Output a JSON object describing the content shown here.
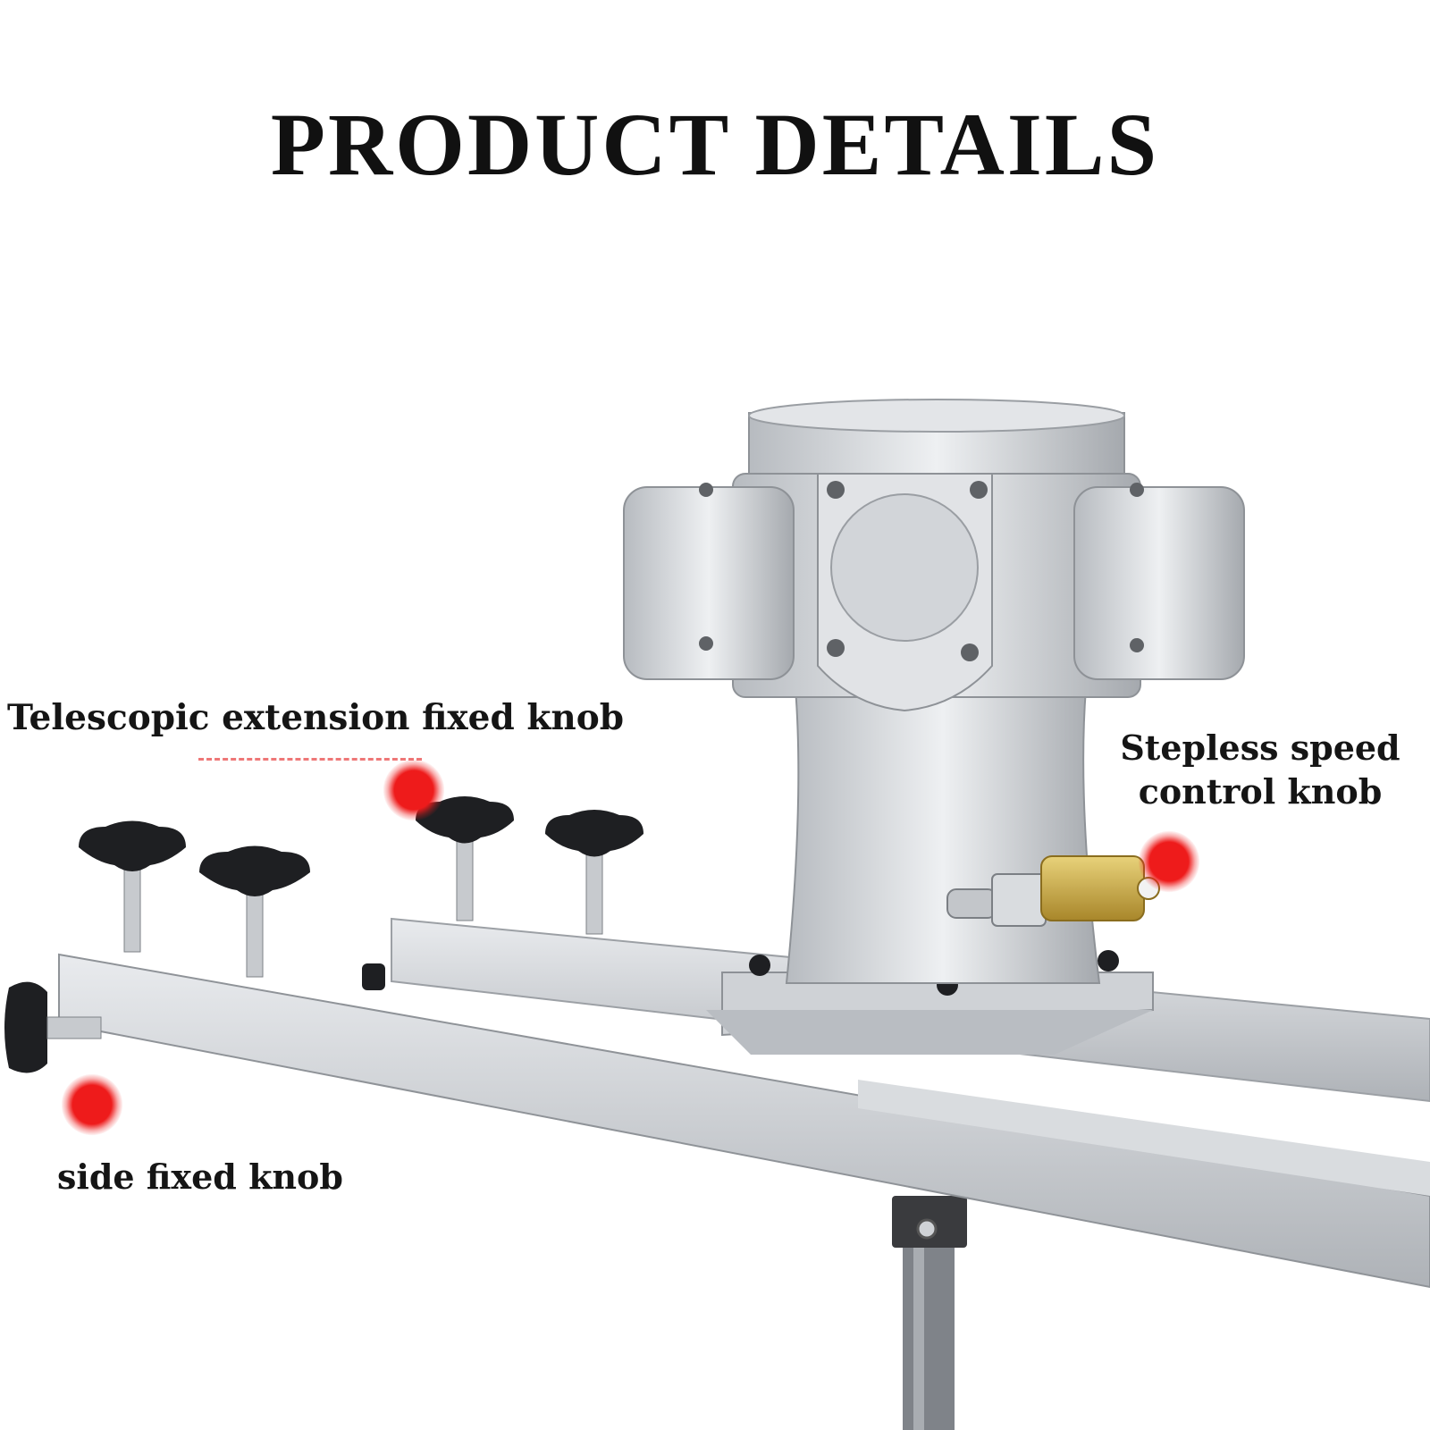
{
  "title": "PRODUCT DETAILS",
  "callouts": {
    "telescopic": "Telescopic extension fixed knob",
    "stepless_line1": "Stepless speed",
    "stepless_line2": "control knob",
    "side": "side fixed knob"
  },
  "colors": {
    "marker": "#ee1b1b",
    "metal": "#c9ccd0",
    "knob": "#1e1f22",
    "brass": "#c9a93a"
  },
  "icons": [
    "star-knob-icon",
    "marker-dot-icon"
  ]
}
